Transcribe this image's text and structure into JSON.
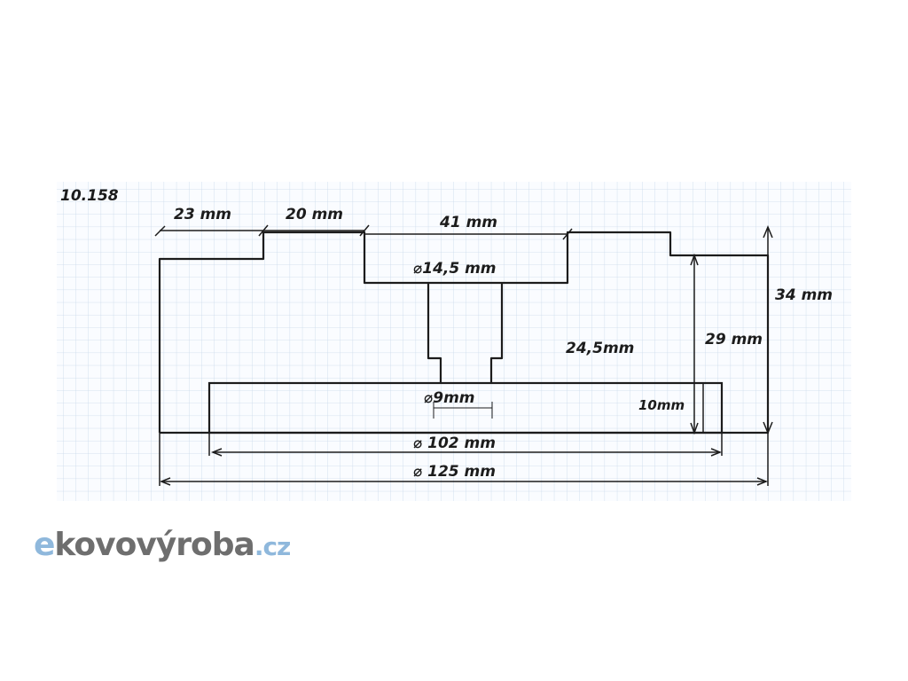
{
  "sheet_number": "10.158",
  "dimensions": {
    "top_step_1": "23 mm",
    "top_step_2": "20 mm",
    "top_recess": "41 mm",
    "bore_diameter": "⌀14,5 mm",
    "inner_height": "24,5mm",
    "right_height": "29 mm",
    "total_height": "34 mm",
    "flange_height": "10mm",
    "small_hole": "⌀9mm",
    "flange_diameter": "⌀ 102 mm",
    "outer_diameter": "⌀ 125 mm"
  },
  "logo": {
    "prefix": "e",
    "main": "kovovýroba",
    "suffix": ".cz",
    "prefix_color": "#8fb8dc",
    "main_color": "#6e6e6e",
    "suffix_color": "#8fb8dc"
  },
  "colors": {
    "ink": "#1c1c1c",
    "grid": "#c9d9ea",
    "paper": "#fafcff"
  }
}
